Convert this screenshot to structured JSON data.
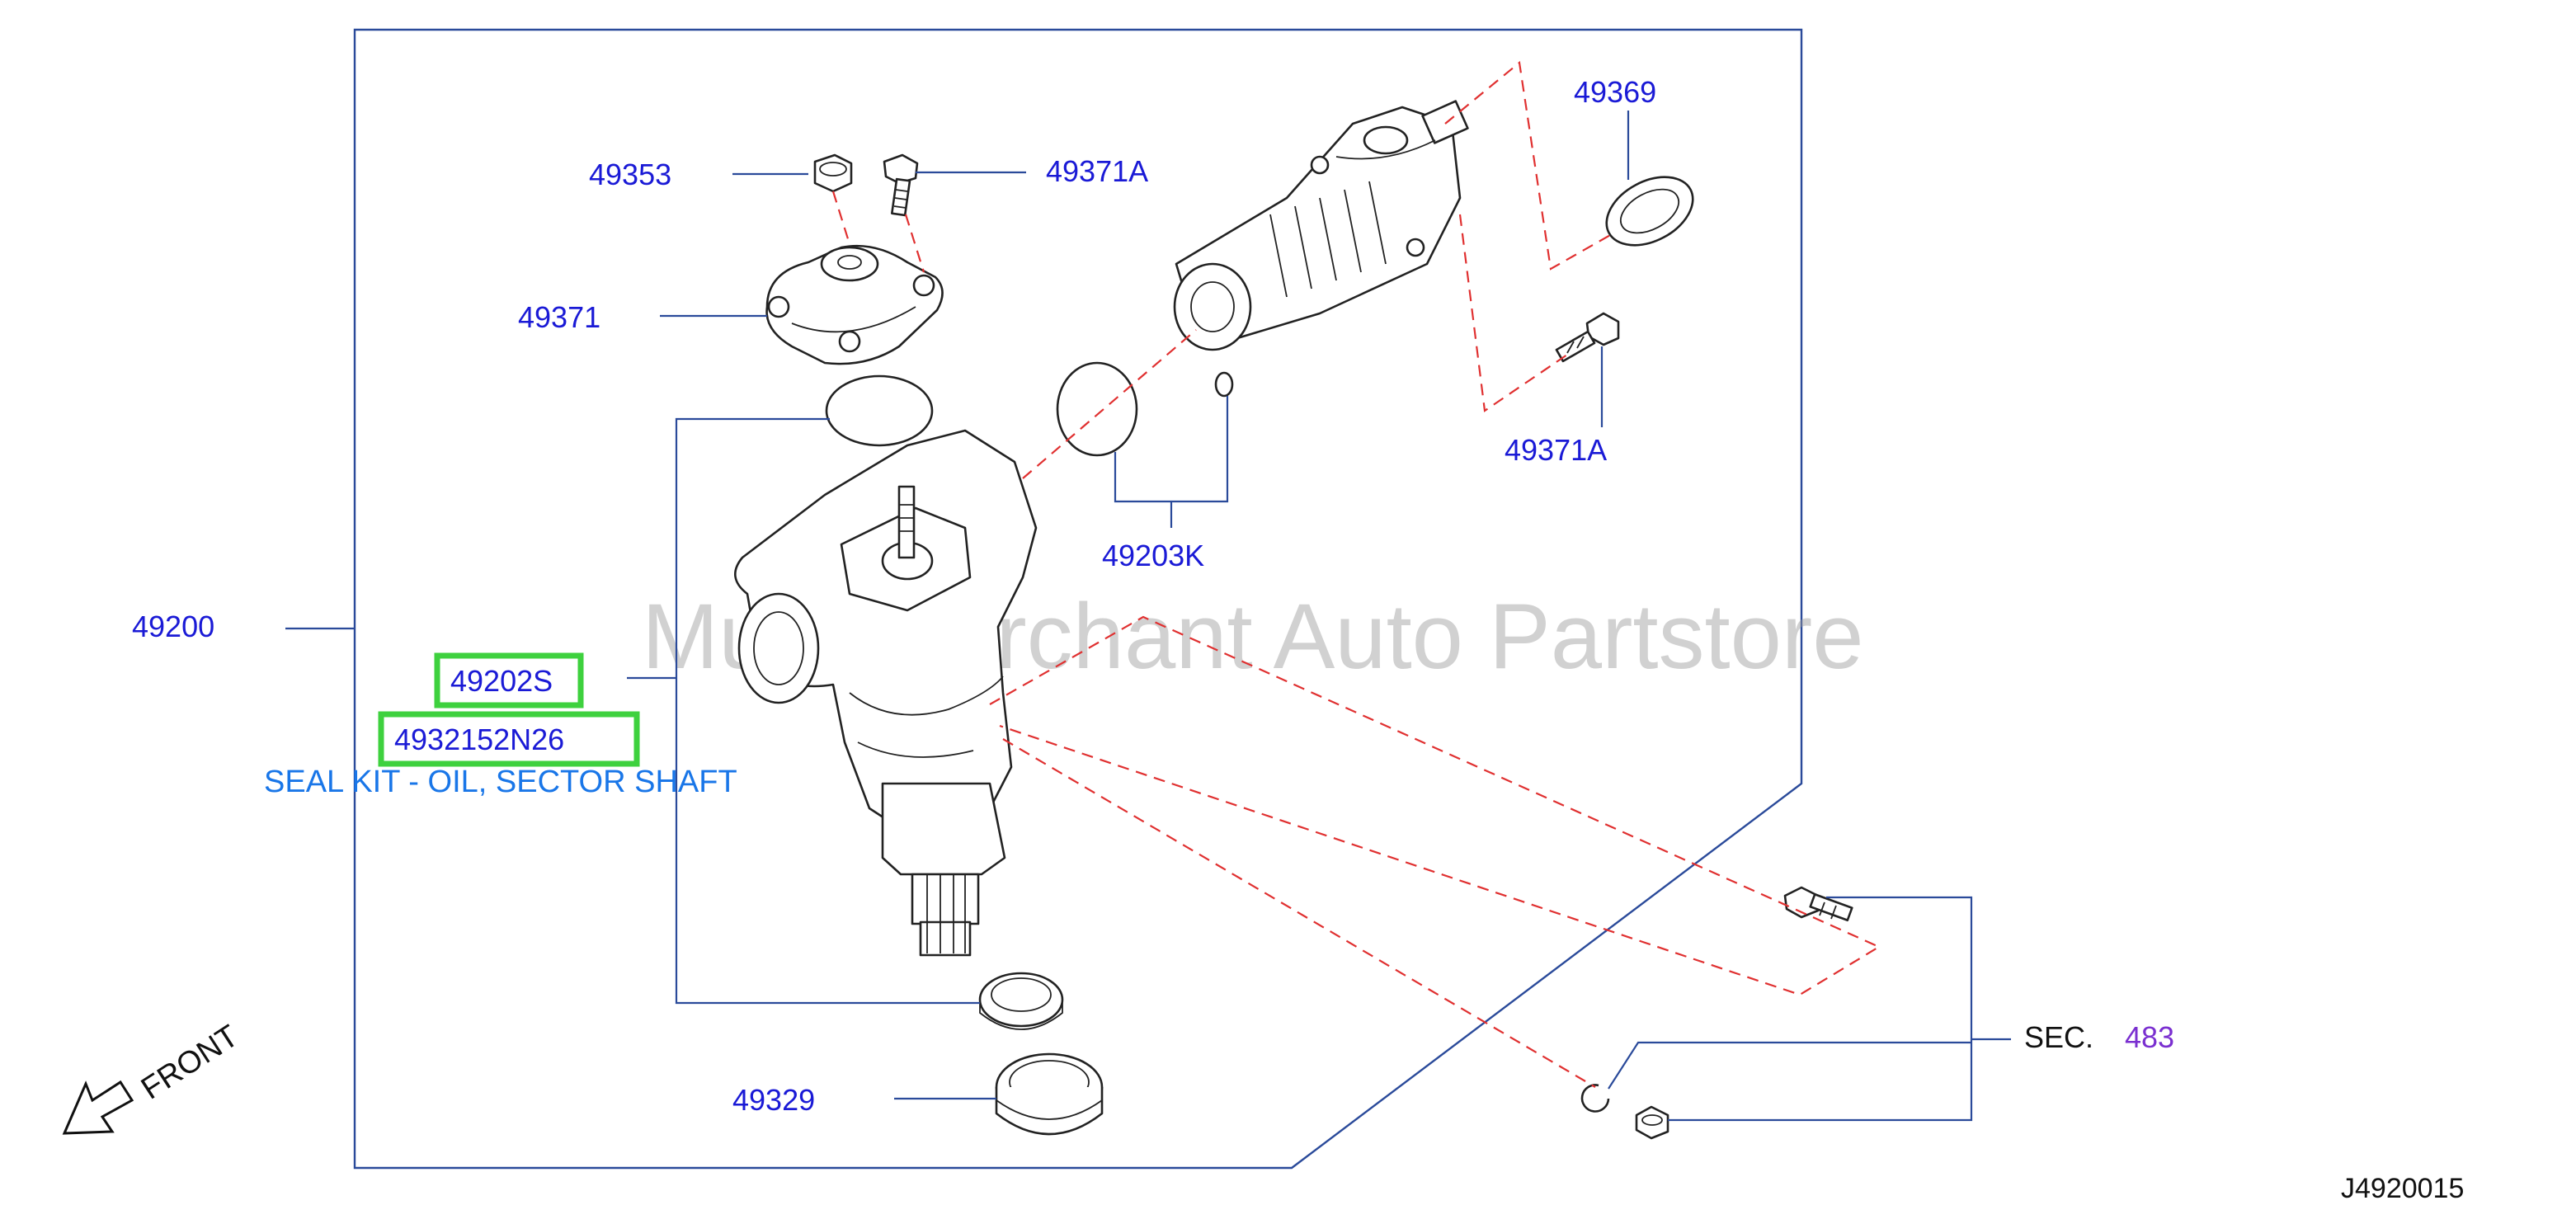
{
  "diagram": {
    "watermark": "Multi-Merchant Auto Partstore",
    "diagram_code": "J4920015",
    "front_label": "FRONT",
    "callouts": {
      "p49353": "49353",
      "p49371A_top": "49371A",
      "p49371": "49371",
      "p49369": "49369",
      "p49371A_right": "49371A",
      "p49203K": "49203K",
      "p49200": "49200",
      "p49202S": "49202S",
      "p4932152N26": "4932152N26",
      "p49329": "49329",
      "sec_label": "SEC.",
      "sec_number": "483"
    },
    "highlighted_description": "SEAL KIT - OIL, SECTOR SHAFT",
    "colors": {
      "callout": "#1a1ad6",
      "description": "#1976e8",
      "highlight": "#3ed13e",
      "dashed_leader": "#e03030",
      "frame": "#2a4a9a",
      "section_link": "#7a2fd0"
    },
    "icons": [
      "front-arrow-icon"
    ]
  }
}
